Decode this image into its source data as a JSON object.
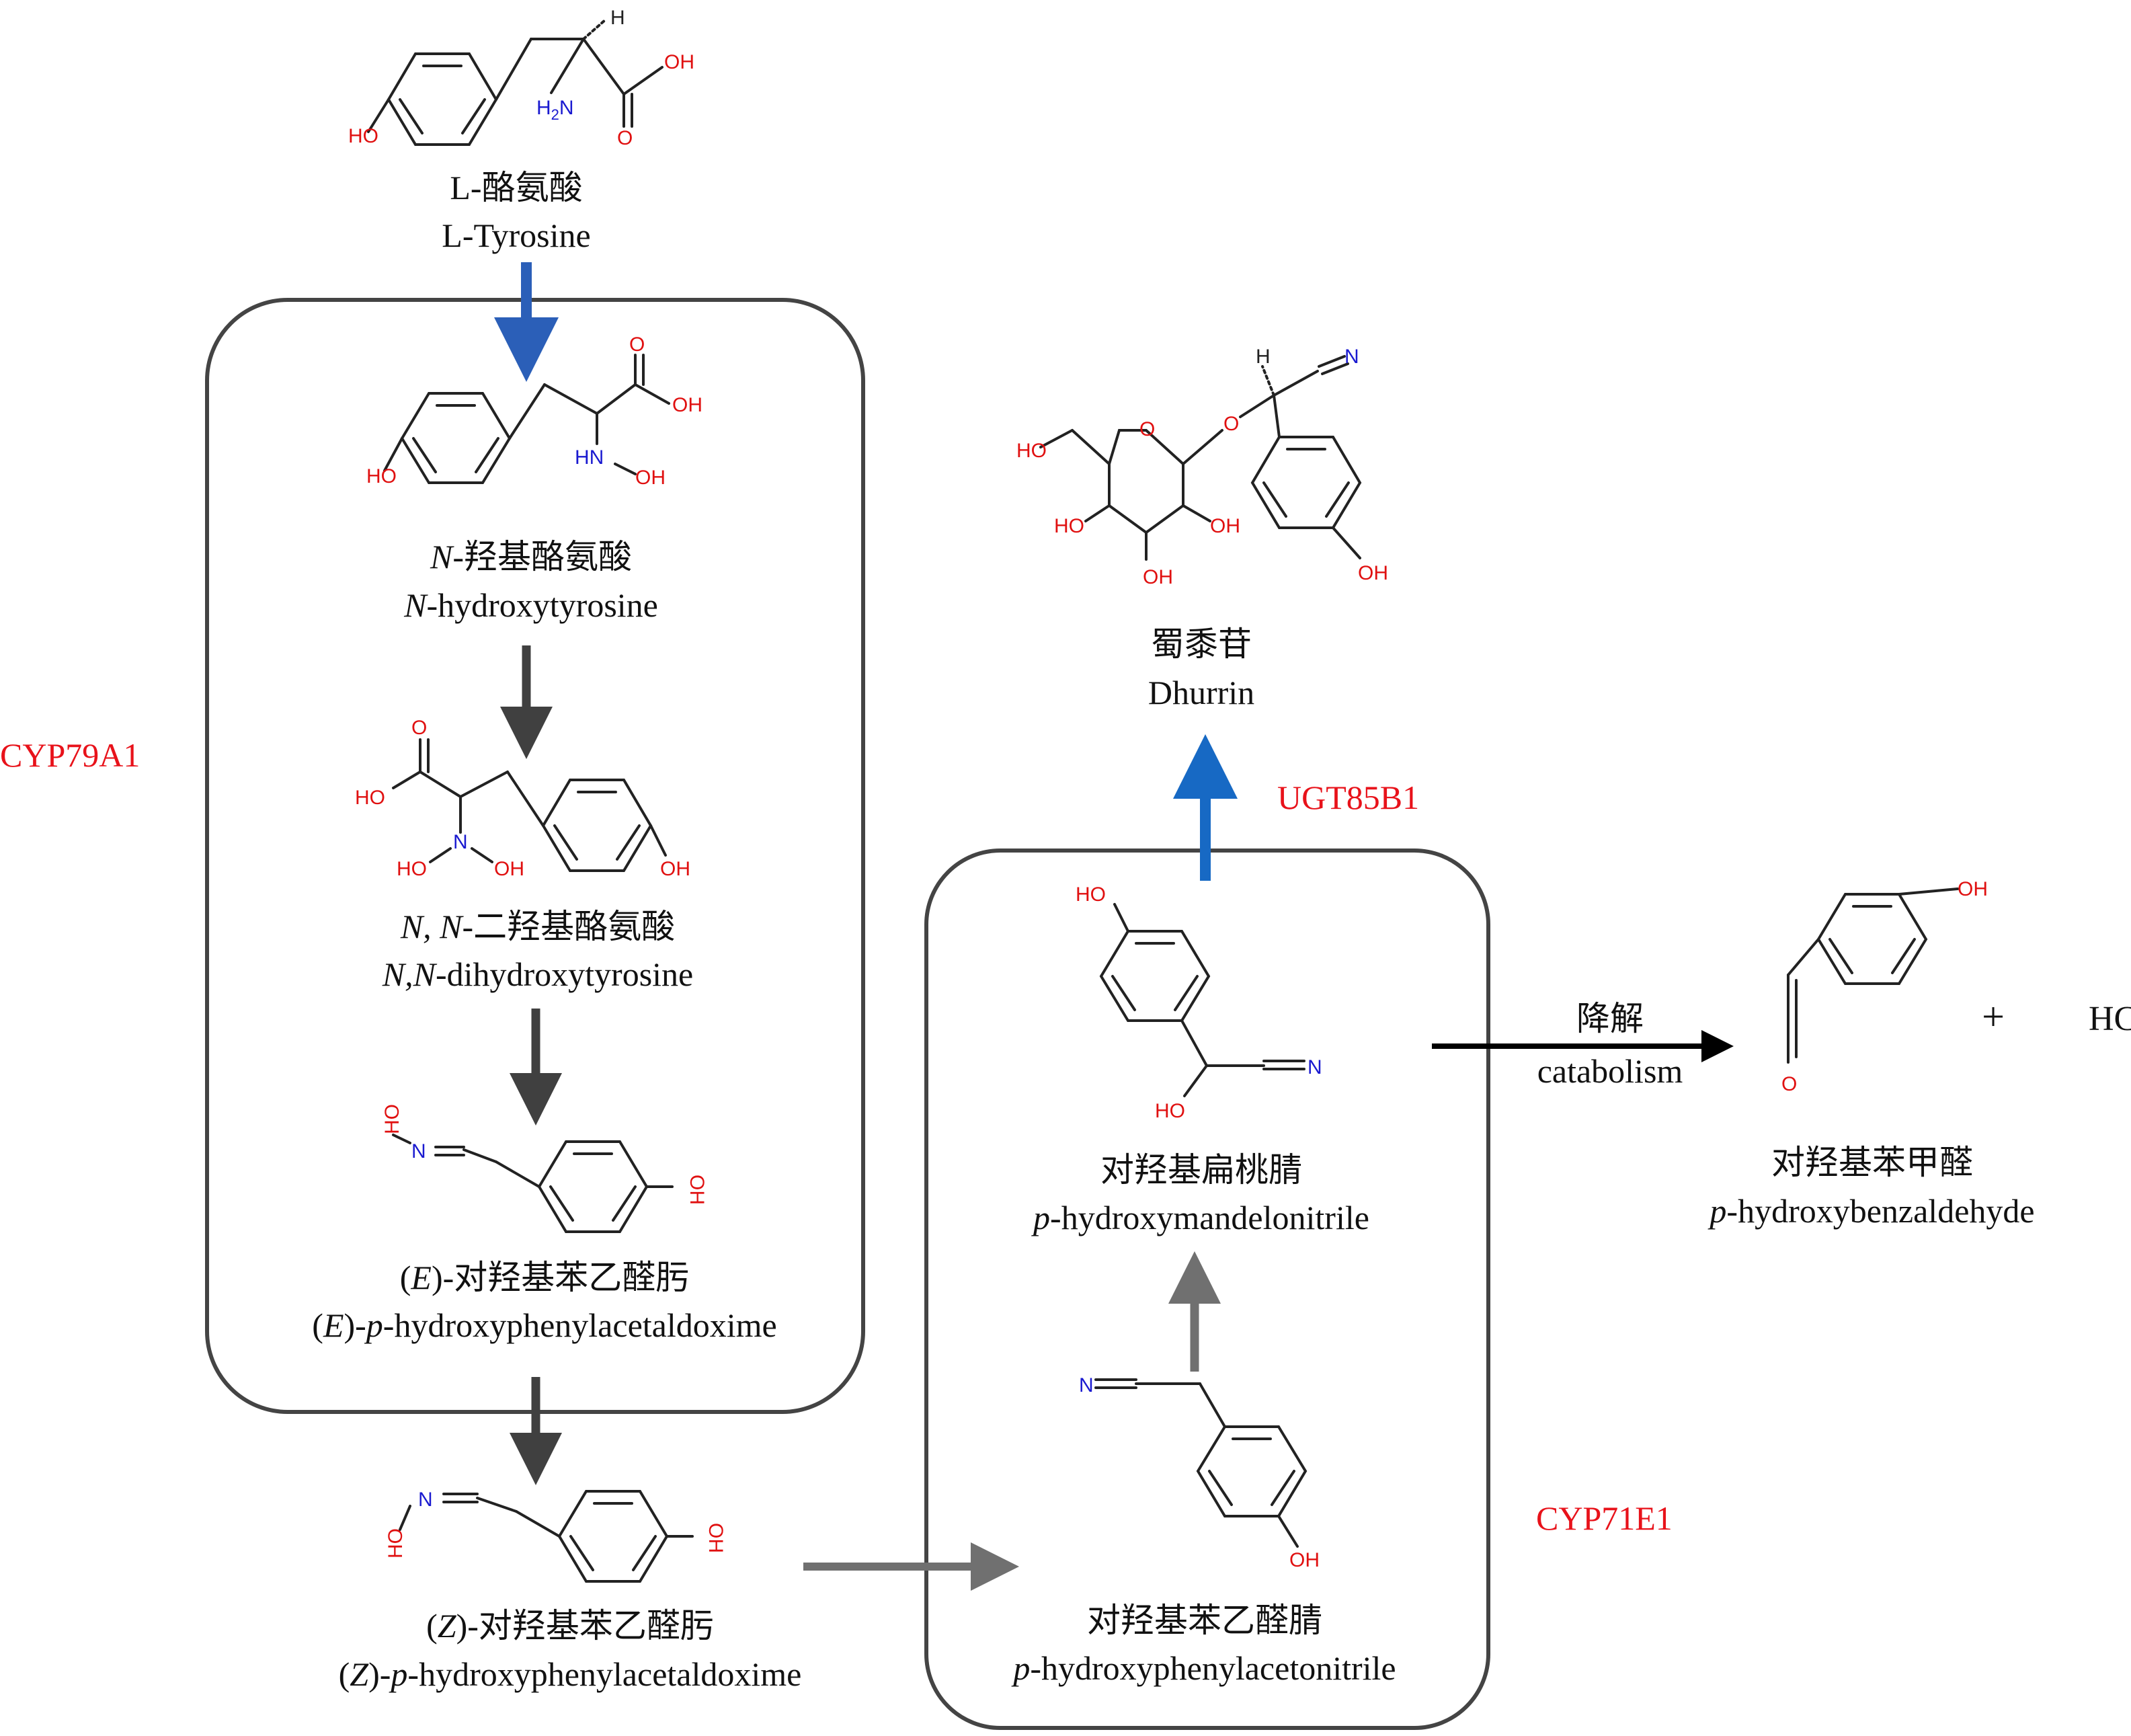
{
  "colors": {
    "enzyme": "#e8121a",
    "blue_arrow": "#2b5fb8",
    "dark_arrow": "#404040",
    "gray_arrow": "#707070",
    "black_arrow": "#000000",
    "box_stroke": "#444444",
    "oxygen": "#e01010",
    "nitrogen": "#1a1ad0",
    "bond": "#222222"
  },
  "enzymes": {
    "cyp79a1": "CYP79A1",
    "ugt85b1": "UGT85B1",
    "cyp71e1": "CYP71E1"
  },
  "compounds": {
    "tyrosine": {
      "zh": "L-酪氨酸",
      "en": "L-Tyrosine"
    },
    "n_hydroxytyrosine": {
      "zh_prefix": "N",
      "zh_rest": "-羟基酪氨酸",
      "en_prefix": "N",
      "en_rest": "-hydroxytyrosine"
    },
    "nn_dihydroxytyrosine": {
      "zh_prefix": "N, N",
      "zh_rest": "-二羟基酪氨酸",
      "en_prefix": "N,N",
      "en_rest": "-dihydroxytyrosine"
    },
    "e_oxime": {
      "zh_open": "(",
      "zh_stereo": "E",
      "zh_rest": ")-对羟基苯乙醛肟",
      "en_open": "(",
      "en_stereo": "E",
      "en_mid": ")-",
      "en_p": "p",
      "en_rest": "-hydroxyphenylacetaldoxime"
    },
    "z_oxime": {
      "zh_open": "(",
      "zh_stereo": "Z",
      "zh_rest": ")-对羟基苯乙醛肟",
      "en_open": "(",
      "en_stereo": "Z",
      "en_mid": ")-",
      "en_p": "p",
      "en_rest": "-hydroxyphenylacetaldoxime"
    },
    "dhurrin": {
      "zh": "蜀黍苷",
      "en": "Dhurrin"
    },
    "mandelonitrile": {
      "zh": "对羟基扁桃腈",
      "en_p": "p",
      "en_rest": "-hydroxymandelonitrile"
    },
    "acetonitrile": {
      "zh": "对羟基苯乙醛腈",
      "en_p": "p",
      "en_rest": "-hydroxyphenylacetonitrile"
    },
    "benzaldehyde": {
      "zh": "对羟基苯甲醛",
      "en_p": "p",
      "en_rest": "-hydroxybenzaldehyde"
    }
  },
  "catabolism": {
    "zh": "降解",
    "en": "catabolism"
  },
  "plus": "+",
  "hcn": "HCN",
  "atoms": {
    "ho": "HO",
    "oh": "OH",
    "h2n": "H",
    "h2n_sub": "2",
    "h2n_n": "N",
    "o": "O",
    "hn": "HN",
    "n": "N",
    "h": "H"
  }
}
